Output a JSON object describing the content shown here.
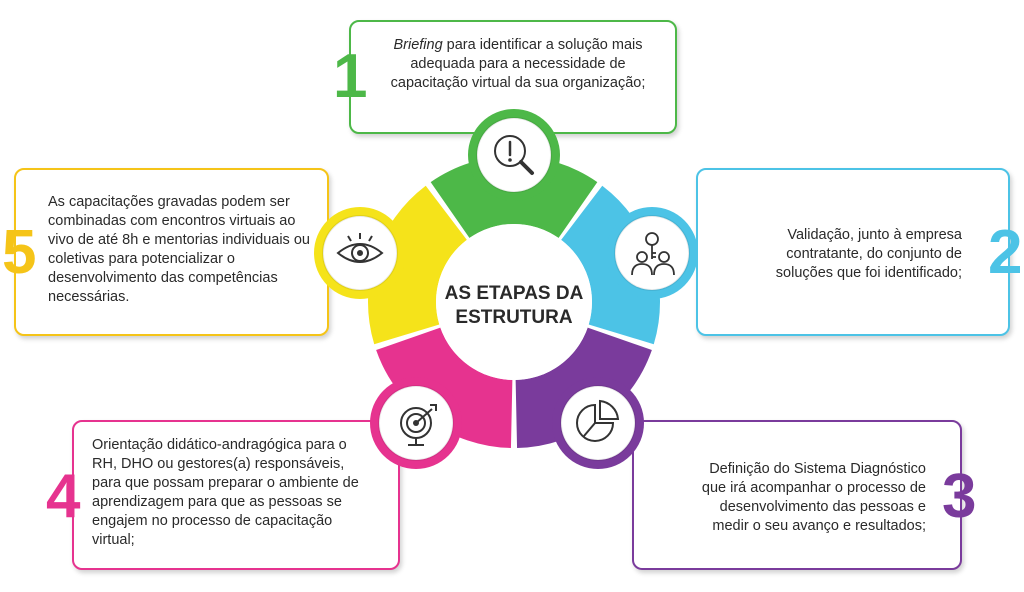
{
  "title": "AS ETAPAS DA ESTRUTURA",
  "colors": {
    "step1": "#4db848",
    "step2": "#4cc3e6",
    "step3": "#7a3b9c",
    "step4": "#e6338f",
    "step5": "#f5e31a",
    "num5": "#f5c418",
    "text": "#2a2a2a"
  },
  "steps": [
    {
      "number": "1",
      "emph": "Briefing",
      "text": " para identificar a solução mais adequada para a necessidade de capacitação virtual da sua organização;",
      "icon": "magnifier-exclamation-icon"
    },
    {
      "number": "2",
      "text": "Validação, junto à empresa contratante, do conjunto de soluções que foi identificado;",
      "icon": "people-key-icon"
    },
    {
      "number": "3",
      "text": "Definição do Sistema Diagnóstico que irá acompanhar o processo de desenvolvimento das pessoas e medir o seu avanço e resultados;",
      "icon": "pie-chart-icon"
    },
    {
      "number": "4",
      "text": "Orientação didático-andragógica para o RH, DHO ou gestores(a) responsáveis, para que possam preparar o ambiente de aprendizagem para que as pessoas se engajem no processo de capacitação virtual;",
      "icon": "target-icon"
    },
    {
      "number": "5",
      "text": "As capacitações gravadas podem ser combinadas com encontros virtuais ao vivo de até 8h e mentorias individuais ou coletivas para potencializar o desenvolvimento das competências necessárias.",
      "icon": "eye-icon"
    }
  ]
}
